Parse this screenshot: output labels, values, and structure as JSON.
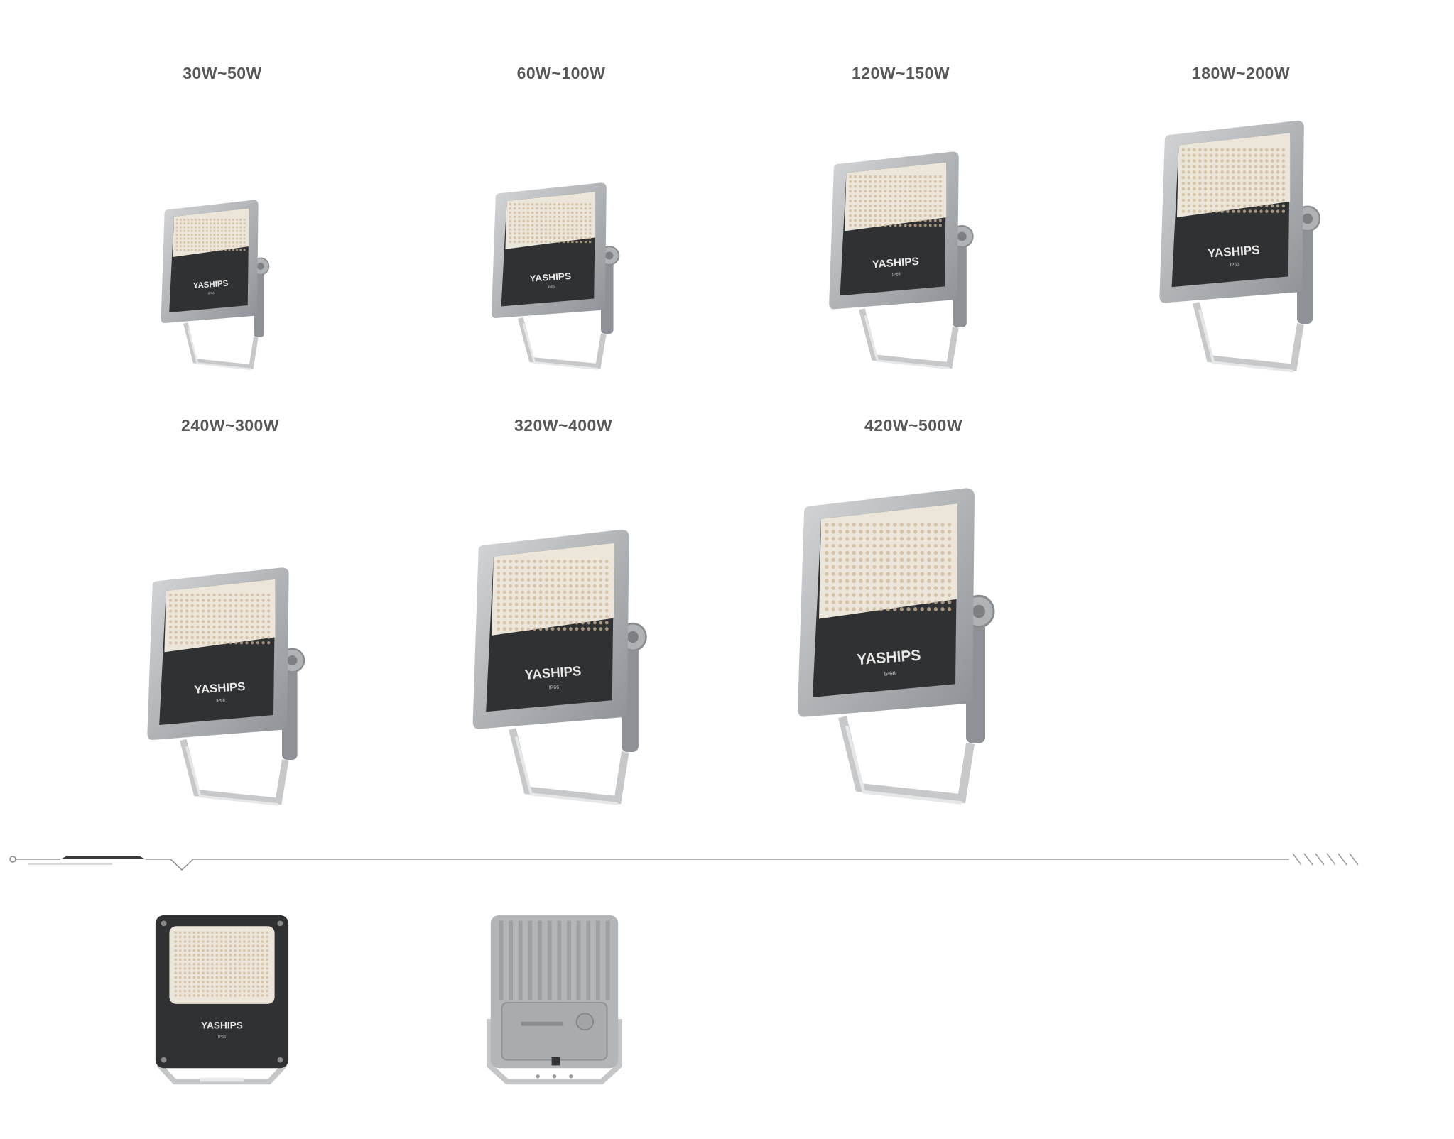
{
  "brand": "YASHIPS",
  "rating": "IP66",
  "colors": {
    "label": "#575757",
    "housing": "#b9bcbf",
    "housing_dark": "#8e9296",
    "panel": "#303133",
    "led": "#ece6da"
  },
  "products": [
    {
      "label": "30W~50W"
    },
    {
      "label": "60W~100W"
    },
    {
      "label": "120W~150W"
    },
    {
      "label": "180W~200W"
    },
    {
      "label": "240W~300W"
    },
    {
      "label": "320W~400W"
    },
    {
      "label": "420W~500W"
    }
  ],
  "views": [
    {
      "name": "front-view"
    },
    {
      "name": "back-view"
    }
  ]
}
